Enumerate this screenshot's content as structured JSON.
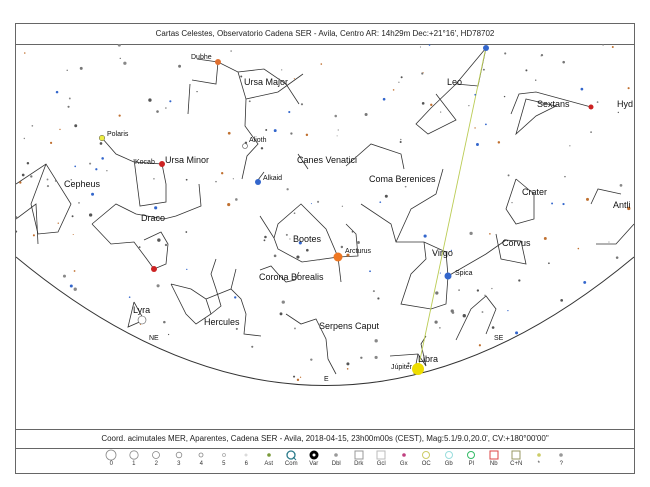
{
  "header": {
    "title": "Cartas Celestes, Observatorio Cadena SER - Avila, Centro AR: 14h29m Dec:+21°16', HD78702"
  },
  "map": {
    "constellations": [
      "Ursa Major",
      "Leo",
      "Sextans",
      "Hyd",
      "Ursa Minor",
      "Canes Venatici",
      "Cepheus",
      "Coma Berenices",
      "Crater",
      "Antli",
      "Draco",
      "Bootes",
      "Corvus",
      "Virgo",
      "Corona Borealis",
      "Lyra",
      "Hercules",
      "Serpens Caput",
      "Libra"
    ],
    "stars": [
      "Dubhe",
      "Polaris",
      "Alioth",
      "Kocab",
      "Alkaid",
      "Arcturus",
      "Spica"
    ],
    "planets": [
      "Júpiter"
    ],
    "directions": [
      "NE",
      "SE",
      "E"
    ]
  },
  "footer": {
    "caption": "Coord. acimutales MER, Aparentes, Cadena SER - Avila, 2018-04-15, 23h00m00s (CEST), Mag:5.1/9.0,20.0', CV:+180°00'00\"",
    "legend": [
      {
        "label": "0",
        "icon": "star-mag-0",
        "color": "#888"
      },
      {
        "label": "1",
        "icon": "star-mag-1",
        "color": "#888"
      },
      {
        "label": "2",
        "icon": "star-mag-2",
        "color": "#888"
      },
      {
        "label": "3",
        "icon": "star-mag-3",
        "color": "#888"
      },
      {
        "label": "4",
        "icon": "star-mag-4",
        "color": "#888"
      },
      {
        "label": "5",
        "icon": "star-mag-5",
        "color": "#aaa"
      },
      {
        "label": "6",
        "icon": "star-mag-6",
        "color": "#ccc"
      },
      {
        "label": "Ast",
        "icon": "asteroid",
        "color": "#7a9a3a"
      },
      {
        "label": "Com",
        "icon": "comet",
        "color": "#2a7a8a"
      },
      {
        "label": "Var",
        "icon": "variable-star",
        "color": "#000"
      },
      {
        "label": "Dbl",
        "icon": "double-star",
        "color": "#999"
      },
      {
        "label": "Drk",
        "icon": "dark-nebula",
        "color": "#999"
      },
      {
        "label": "Gcl",
        "icon": "globular-cluster",
        "color": "#bbb"
      },
      {
        "label": "Gx",
        "icon": "galaxy",
        "color": "#c04080"
      },
      {
        "label": "OC",
        "icon": "open-cluster",
        "color": "#cccc66"
      },
      {
        "label": "Gb",
        "icon": "gas-nebula",
        "color": "#99dddd"
      },
      {
        "label": "Pl",
        "icon": "planetary-nebula",
        "color": "#33bb66"
      },
      {
        "label": "Nb",
        "icon": "nebula",
        "color": "#dd4444"
      },
      {
        "label": "C+N",
        "icon": "cluster-nebula",
        "color": "#999966"
      },
      {
        "label": "*",
        "icon": "unknown-star",
        "color": "#cccc66"
      },
      {
        "label": "?",
        "icon": "unknown-object",
        "color": "#999"
      }
    ]
  }
}
